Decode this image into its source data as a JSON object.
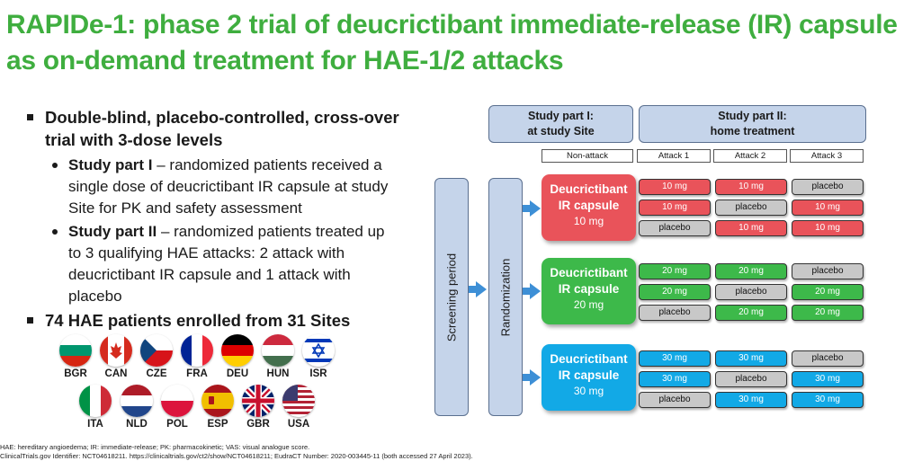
{
  "title": {
    "line1": "RAPIDe-1: phase 2 trial of deucrictibant immediate-release (IR) capsule",
    "line2": "as on-demand treatment for HAE-1/2 attacks"
  },
  "bullets": {
    "b1_line1": "Double-blind, placebo-controlled, cross-over",
    "b1_line2": "trial with 3-dose levels",
    "sub1": {
      "bold": "Study part I",
      "line1_rest": " – randomized patients received a",
      "line2": "single dose of deucrictibant IR capsule at study",
      "line3": "Site for PK and safety assessment"
    },
    "sub2": {
      "bold": "Study part II",
      "line1_rest": " – randomized patients treated up",
      "line2": "to 3 qualifying HAE attacks: 2 attack with",
      "line3": "deucrictibant IR capsule and 1 attack with",
      "line4": "placebo"
    },
    "b2": "74 HAE patients enrolled from 31 Sites"
  },
  "flags": [
    "BGR",
    "CAN",
    "CZE",
    "FRA",
    "DEU",
    "HUN",
    "ISR",
    "ITA",
    "NLD",
    "POL",
    "ESP",
    "GBR",
    "USA"
  ],
  "footnotes": {
    "line1": "HAE: hereditary angioedema; IR: immediate-release; PK: pharmacokinetic; VAS: visual analogue score.",
    "line2": "ClinicalTrials.gov Identifier: NCT04618211. https://clinicaltrials.gov/ct2/show/NCT04618211; EudraCT Number: 2020-003445-11 (both accessed 27 April 2023)."
  },
  "diagram": {
    "part1": {
      "line1": "Study part I:",
      "line2": "at study Site"
    },
    "part2": {
      "line1": "Study part II:",
      "line2": "home treatment"
    },
    "columns": [
      "Non-attack",
      "Attack 1",
      "Attack 2",
      "Attack 3"
    ],
    "screening": "Screening period",
    "randomization": "Randomization",
    "dose_title_1": "Deucrictibant",
    "dose_title_2": "IR capsule",
    "groups": [
      {
        "dose": "10 mg",
        "color": "#e9535a",
        "rows": [
          [
            "10 mg",
            "10 mg",
            "placebo"
          ],
          [
            "10 mg",
            "placebo",
            "10 mg"
          ],
          [
            "placebo",
            "10 mg",
            "10 mg"
          ]
        ]
      },
      {
        "dose": "20 mg",
        "color": "#3db94a",
        "rows": [
          [
            "20 mg",
            "20 mg",
            "placebo"
          ],
          [
            "20 mg",
            "placebo",
            "20 mg"
          ],
          [
            "placebo",
            "20 mg",
            "20 mg"
          ]
        ]
      },
      {
        "dose": "30 mg",
        "color": "#12a9e6",
        "rows": [
          [
            "30 mg",
            "30 mg",
            "placebo"
          ],
          [
            "30 mg",
            "placebo",
            "30 mg"
          ],
          [
            "placebo",
            "30 mg",
            "30 mg"
          ]
        ]
      }
    ],
    "placebo_color": "#c8c8c8"
  }
}
